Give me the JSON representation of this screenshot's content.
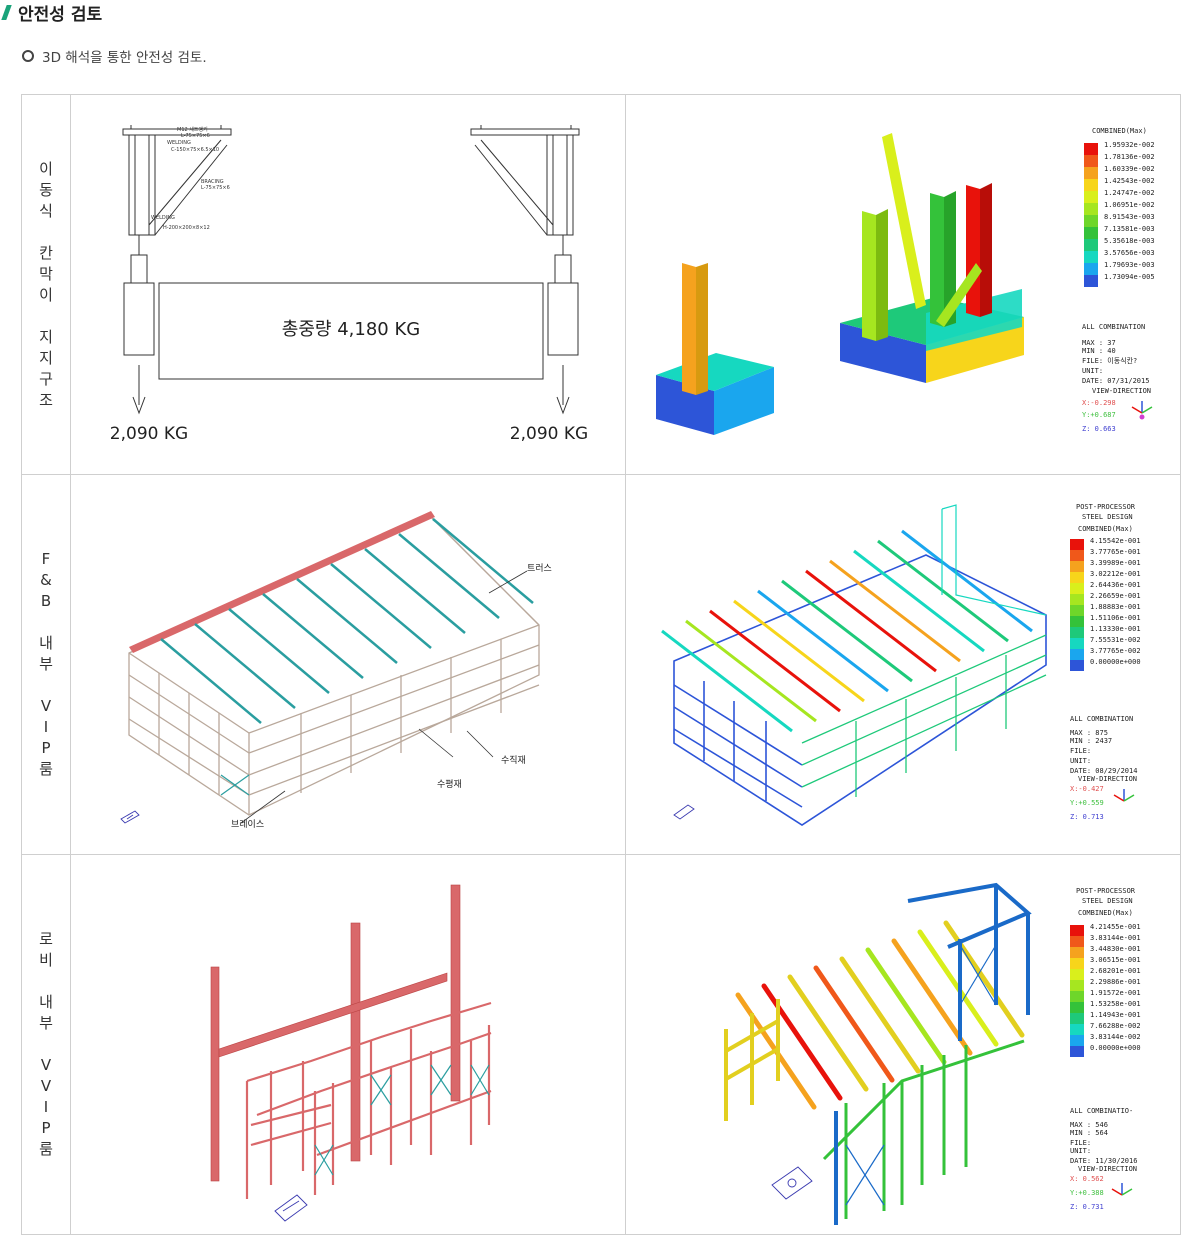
{
  "header": {
    "title": "안전성 검토",
    "subtitle": "3D 해석을 통한 안전성 검토."
  },
  "rows": [
    {
      "label": "이\n동\n식\n\n칸\n막\n이\n\n지\n지\n구\n조"
    },
    {
      "label": "F\n&\nB\n\n내\n부\n\nV\nI\nP\n룸"
    },
    {
      "label": "로\n비\n\n내\n부\n\nV\nV\nI\nP\n룸"
    }
  ],
  "drawing1": {
    "total_weight": "총중량 4,180 KG",
    "left_load": "2,090 KG",
    "right_load": "2,090 KG",
    "notes": [
      "M12 세트앵커",
      "L-75×75×6",
      "WELDING",
      "C-150×75×6.5×10",
      "BRACING",
      "L-75×75×6",
      "WELDING",
      "H-200×200×8×12"
    ]
  },
  "legend1": {
    "title": "COMBINED(Max)",
    "values": [
      "1.95932e-002",
      "1.78136e-002",
      "1.60339e-002",
      "1.42543e-002",
      "1.24747e-002",
      "1.06951e-002",
      "8.91543e-003",
      "7.13581e-003",
      "5.35618e-003",
      "3.57656e-003",
      "1.79693e-003",
      "1.73094e-005"
    ],
    "combo": "ALL COMBINATION",
    "max": "MAX : 37",
    "min": "MIN : 40",
    "file": "FILE: 이동식칸?",
    "unit": "UNIT:",
    "date": "DATE: 07/31/2015",
    "view": "VIEW-DIRECTION",
    "vx": "X:-0.298",
    "vy": "Y:+0.687",
    "vz": "Z: 0.663"
  },
  "drawing2": {
    "truss": "트러스",
    "vertical": "수직재",
    "horizontal": "수평재",
    "brace": "브레이스"
  },
  "legend2": {
    "header1": "POST-PROCESSOR",
    "header2": "STEEL DESIGN",
    "title": "COMBINED(Max)",
    "values": [
      "4.15542e-001",
      "3.77765e-001",
      "3.39989e-001",
      "3.02212e-001",
      "2.64436e-001",
      "2.26659e-001",
      "1.88883e-001",
      "1.51106e-001",
      "1.13330e-001",
      "7.55531e-002",
      "3.77765e-002",
      "0.00000e+000"
    ],
    "combo": "ALL COMBINATION",
    "max": "MAX : 875",
    "min": "MIN : 2437",
    "file": "FILE:",
    "unit": "UNIT:",
    "date": "DATE: 08/29/2014",
    "view": "VIEW-DIRECTION",
    "vx": "X:-0.427",
    "vy": "Y:+0.559",
    "vz": "Z: 0.713"
  },
  "legend3": {
    "header1": "POST-PROCESSOR",
    "header2": "STEEL DESIGN",
    "title": "COMBINED(Max)",
    "values": [
      "4.21455e-001",
      "3.83144e-001",
      "3.44830e-001",
      "3.06515e-001",
      "2.68201e-001",
      "2.29886e-001",
      "1.91572e-001",
      "1.53258e-001",
      "1.14943e-001",
      "7.66288e-002",
      "3.83144e-002",
      "0.00000e+000"
    ],
    "combo": "ALL COMBINATIO-",
    "max": "MAX : 546",
    "min": "MIN : 564",
    "file": "FILE:",
    "unit": "UNIT:",
    "date": "DATE: 11/30/2016",
    "view": "VIEW-DIRECTION",
    "vx": "X: 0.562",
    "vy": "Y:+0.388",
    "vz": "Z: 0.731"
  },
  "colors": {
    "accent": "#1aa37a",
    "scale": [
      "#e8120b",
      "#f0581a",
      "#f5a21e",
      "#f7d51b",
      "#d9ef1c",
      "#a6e620",
      "#6ed62a",
      "#34c23a",
      "#1ec97a",
      "#16d8c0",
      "#1aa6ee",
      "#2d55d8"
    ]
  }
}
